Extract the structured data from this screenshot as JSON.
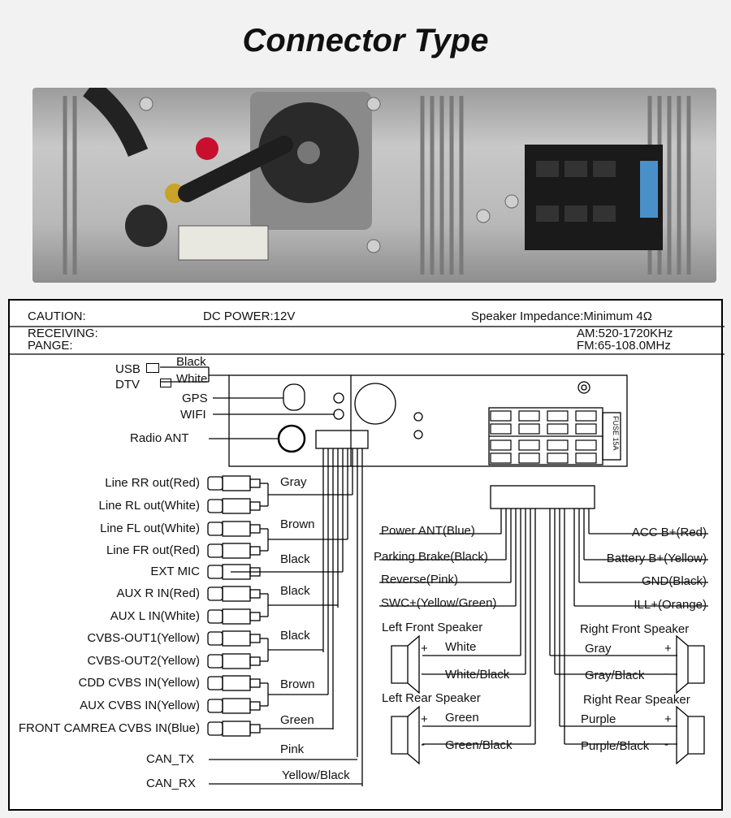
{
  "title": "Connector Type",
  "header": {
    "caution": "CAUTION:",
    "dc_power": "DC POWER:12V",
    "speaker_impedance": "Speaker Impedance:Minimum 4Ω",
    "receiving": "RECEIVING:",
    "pange": "PANGE:",
    "am": "AM:520-1720KHz",
    "fm": "FM:65-108.0MHz"
  },
  "unit": {
    "usb": "USB",
    "dtv": "DTV",
    "black": "Black",
    "white": "White",
    "gps": "GPS",
    "wifi": "WIFI",
    "radio_ant": "Radio ANT",
    "fuse": "FUSE 15A"
  },
  "left_outputs": [
    "Line RR out(Red)",
    "Line RL out(White)",
    "Line FL out(White)",
    "Line FR out(Red)",
    "EXT MIC",
    "AUX R IN(Red)",
    "AUX L IN(White)",
    "CVBS-OUT1(Yellow)",
    "CVBS-OUT2(Yellow)",
    "CDD CVBS IN(Yellow)",
    "AUX CVBS IN(Yellow)",
    "FRONT CAMREA CVBS IN(Blue)"
  ],
  "left_wires": [
    "Gray",
    "Brown",
    "Black",
    "Black",
    "Black",
    "Brown",
    "Green",
    "Pink",
    "Yellow/Black"
  ],
  "can": {
    "tx": "CAN_TX",
    "rx": "CAN_RX"
  },
  "right_left_wires": [
    "Power ANT(Blue)",
    "Parking Brake(Black)",
    "Reverse(Pink)",
    "SWC+(Yellow/Green)"
  ],
  "right_right_wires": [
    "ACC B+(Red)",
    "Battery B+(Yellow)",
    "GND(Black)",
    "ILL+(Orange)"
  ],
  "speakers": {
    "lf": {
      "title": "Left Front Speaker",
      "plus": "White",
      "minus": "White/Black"
    },
    "rf": {
      "title": "Right Front Speaker",
      "plus": "Gray",
      "minus": "Gray/Black"
    },
    "lr": {
      "title": "Left Rear Speaker",
      "plus": "Green",
      "minus": "Green/Black"
    },
    "rr": {
      "title": "Right Rear Speaker",
      "plus": "Purple",
      "minus": "Purple/Black"
    },
    "plus_sign": "+",
    "minus_sign": "-"
  }
}
